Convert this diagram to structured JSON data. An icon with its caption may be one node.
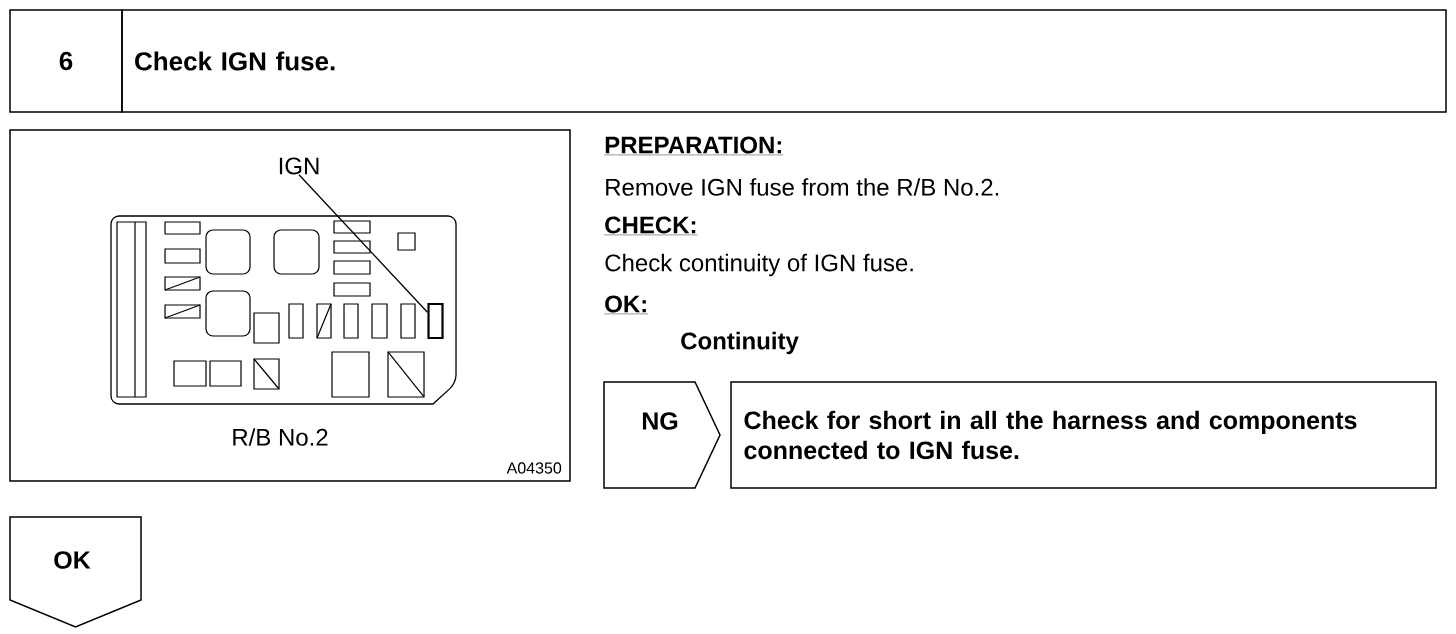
{
  "diagram": {
    "nodes": [
      {
        "text": [
          "6"
        ]
      },
      {
        "text": [
          "Check IGN fuse."
        ]
      },
      {
        "text": [
          "R/B No.2",
          "A04350"
        ]
      },
      {
        "text": [
          "IGN"
        ],
        "in": 2
      },
      {
        "text": [],
        "shape": "box",
        "in": 2
      },
      {
        "text": [
          "NG"
        ]
      },
      {
        "text": [
          "Check for short in all the harness and components connected to IGN fuse."
        ]
      },
      {
        "text": [
          "OK"
        ]
      }
    ],
    "edges": [
      {
        "from": 3,
        "to": 4,
        "arrow": "none"
      }
    ],
    "labels": [
      "PREPARATION:",
      "Remove IGN fuse from the R/B No.2.",
      "CHECK:",
      "Check continuity of IGN fuse.",
      "OK:",
      "Continuity"
    ]
  }
}
